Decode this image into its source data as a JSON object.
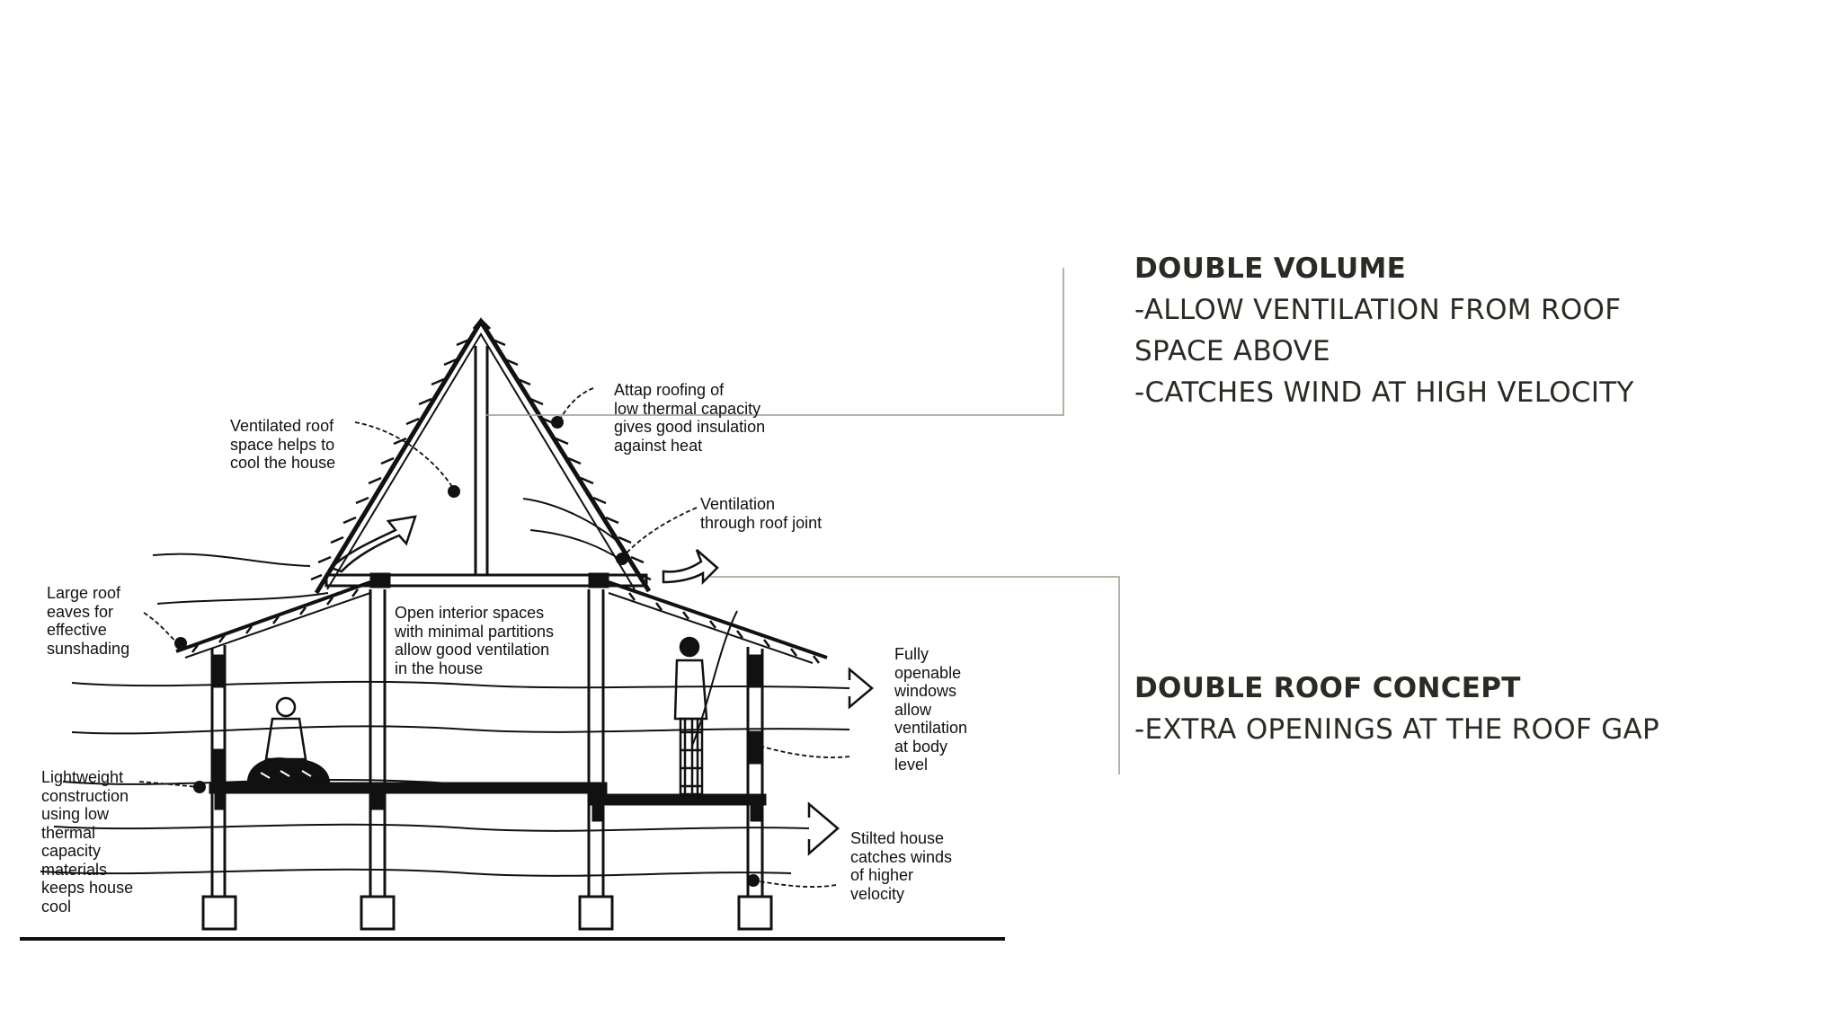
{
  "annotations": {
    "ventilated_roof_space": "Ventilated roof\nspace helps to\ncool the house",
    "attap_roofing": "Attap roofing of\nlow thermal capacity\ngives good insulation\nagainst heat",
    "roof_joint_ventilation": "Ventilation\nthrough roof joint",
    "large_roof_eaves": "Large roof\neaves for\neffective\nsunshading",
    "open_interior": "Open interior spaces\nwith minimal partitions\nallow good ventilation\nin the house",
    "openable_windows": "Fully\nopenable\nwindows\nallow\nventilation\nat body\nlevel",
    "lightweight_construction": "Lightweight\nconstruction\nusing low\nthermal\ncapacity\nmaterials\nkeeps house\ncool",
    "stilted_house": "Stilted house\ncatches winds\nof higher\nvelocity"
  },
  "callouts": {
    "double_volume": {
      "heading": "DOUBLE VOLUME",
      "lines": [
        "-ALLOW VENTILATION FROM ROOF",
        "SPACE ABOVE",
        "-CATCHES WIND AT HIGH VELOCITY"
      ]
    },
    "double_roof": {
      "heading": "DOUBLE ROOF CONCEPT",
      "lines": [
        "-EXTRA OPENINGS AT THE ROOF GAP"
      ]
    }
  },
  "colors": {
    "ink": "#111111",
    "callout_text": "#2b2b25",
    "leader_line": "#9a9a8c"
  }
}
